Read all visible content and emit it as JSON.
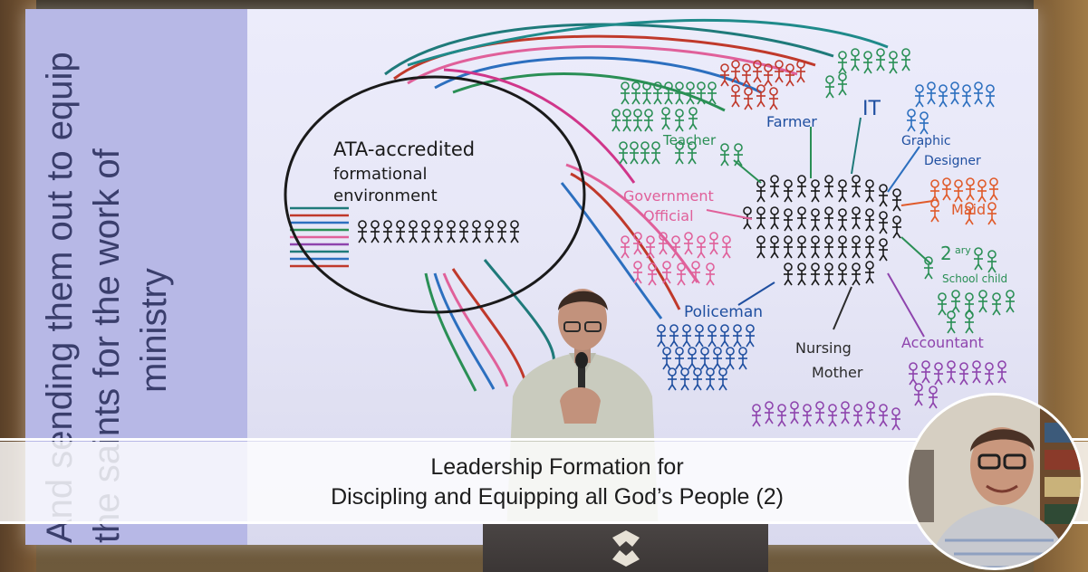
{
  "slide": {
    "vertical_text_line1": "And sending them out to equip",
    "vertical_text_line2": "the saints for the work of",
    "vertical_text_line3": "ministry"
  },
  "diagram": {
    "center_label_line1": "ATA-accredited",
    "center_label_line2": "formational",
    "center_label_line3": "environment",
    "groups": {
      "it": "IT",
      "farmer": "Farmer",
      "teacher": "Teacher",
      "graphic": "Graphic",
      "designer": "Designer",
      "government": "Government",
      "official": "Official",
      "maid": "Maid",
      "school_child_num": "2",
      "school_child_line1": "ary",
      "school_child_line2": "School child",
      "policeman": "Policeman",
      "nursing": "Nursing",
      "mother": "Mother",
      "accountant": "Accountant"
    }
  },
  "lower_third": {
    "line1": "Leadership Formation for",
    "line2": "Discipling and Equipping all God’s People (2)"
  },
  "colors": {
    "screen_bg": "#e8e8f7",
    "left_panel": "#b7b8e6",
    "slide_text": "#3c3f70",
    "caption_text": "#1d1d1d"
  }
}
